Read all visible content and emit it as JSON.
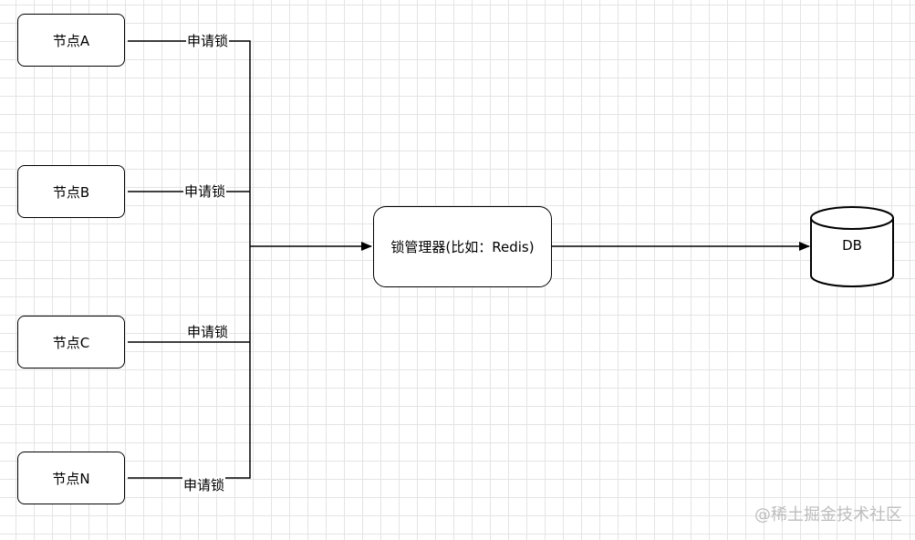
{
  "diagram": {
    "nodes": [
      {
        "label": "节点A",
        "edge_label": "申请锁"
      },
      {
        "label": "节点B",
        "edge_label": "申请锁"
      },
      {
        "label": "节点C",
        "edge_label": "申请锁"
      },
      {
        "label": "节点N",
        "edge_label": "申请锁"
      }
    ],
    "lock_manager": {
      "label": "锁管理器(比如：Redis)"
    },
    "database": {
      "label": "DB"
    }
  },
  "watermark": "@稀土掘金技术社区"
}
